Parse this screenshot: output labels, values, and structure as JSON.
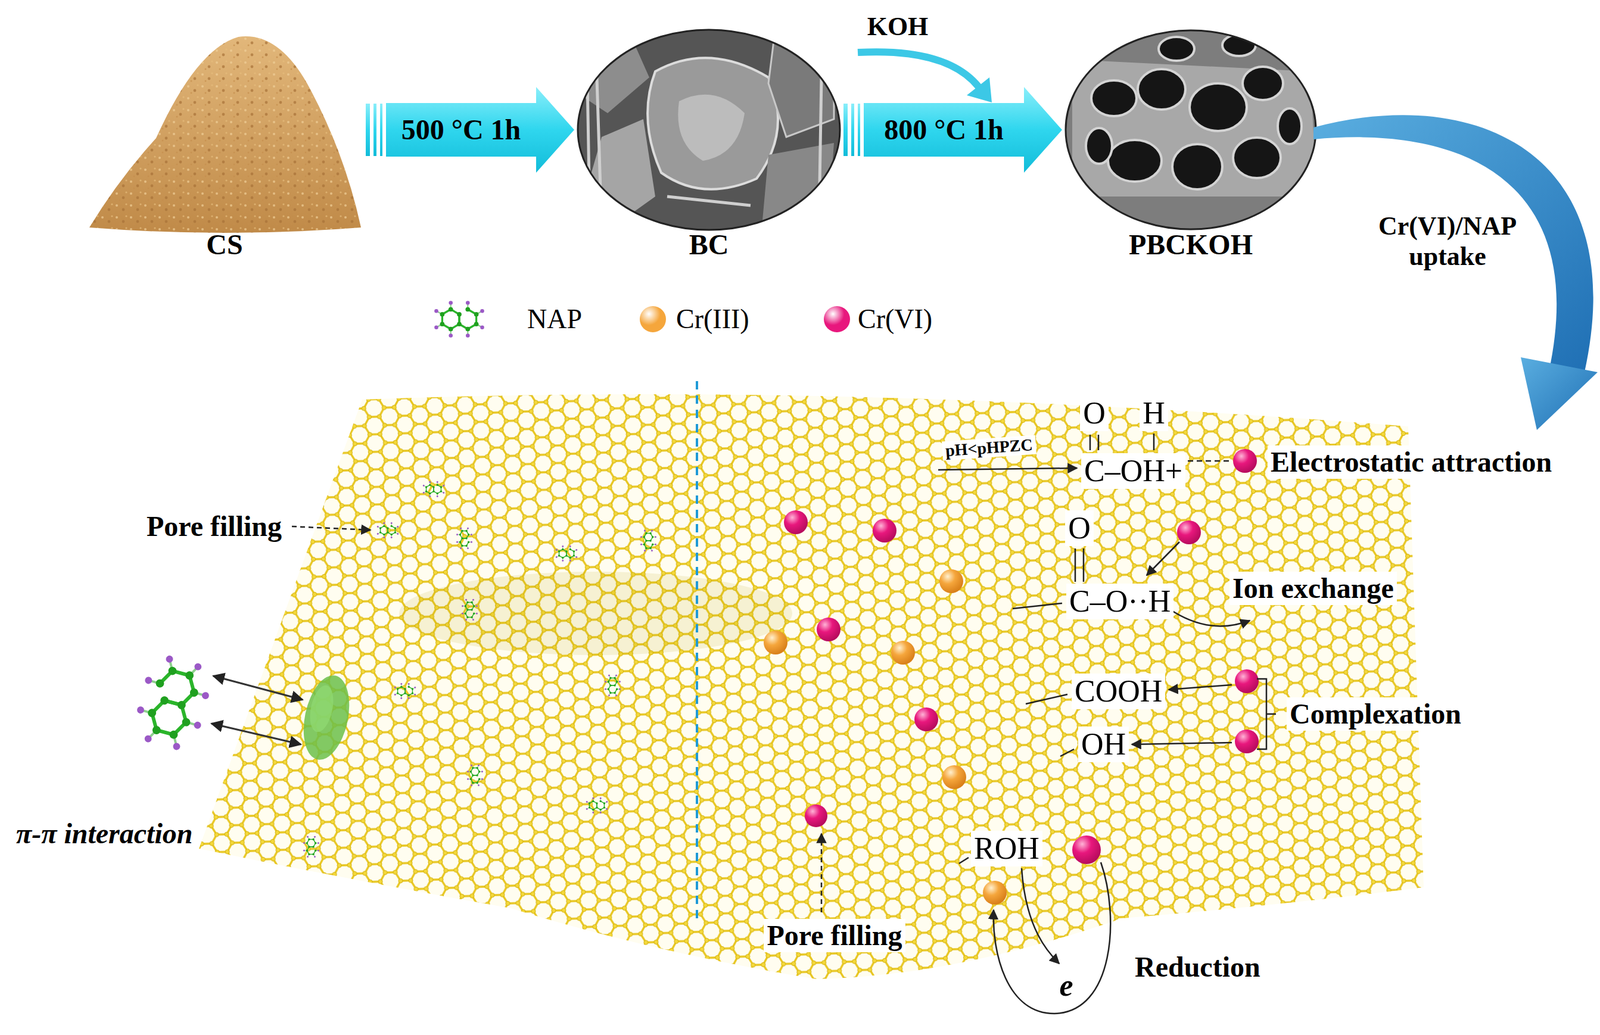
{
  "diagram": {
    "nodes": [
      {
        "text": [
          "CS"
        ]
      },
      {
        "text": [
          "BC"
        ]
      },
      {
        "text": [
          "PBCKOH"
        ]
      }
    ],
    "edges": [
      {
        "from": 0,
        "to": 1,
        "label": "500 °C 1h",
        "arrow": "to"
      },
      {
        "from": 1,
        "to": 2,
        "label": "800 °C 1h",
        "arrow": "to"
      }
    ],
    "labels": [
      "KOH",
      "Cr(VI)/NAP uptake",
      "Pore filling",
      "π-π interaction",
      "pH<pHPZC",
      "O",
      "H",
      "C–OH+",
      "Electrostatic attraction",
      "O",
      "C–O··H",
      "Ion exchange",
      "COOH",
      "OH",
      "Complexation",
      "Pore filling",
      "ROH",
      "e",
      "Reduction"
    ],
    "legend": [
      {
        "text": "NAP"
      },
      {
        "text": "Cr(III)",
        "color": "#f5a63c"
      },
      {
        "text": "Cr(VI)",
        "color": "#e8177d"
      }
    ]
  }
}
